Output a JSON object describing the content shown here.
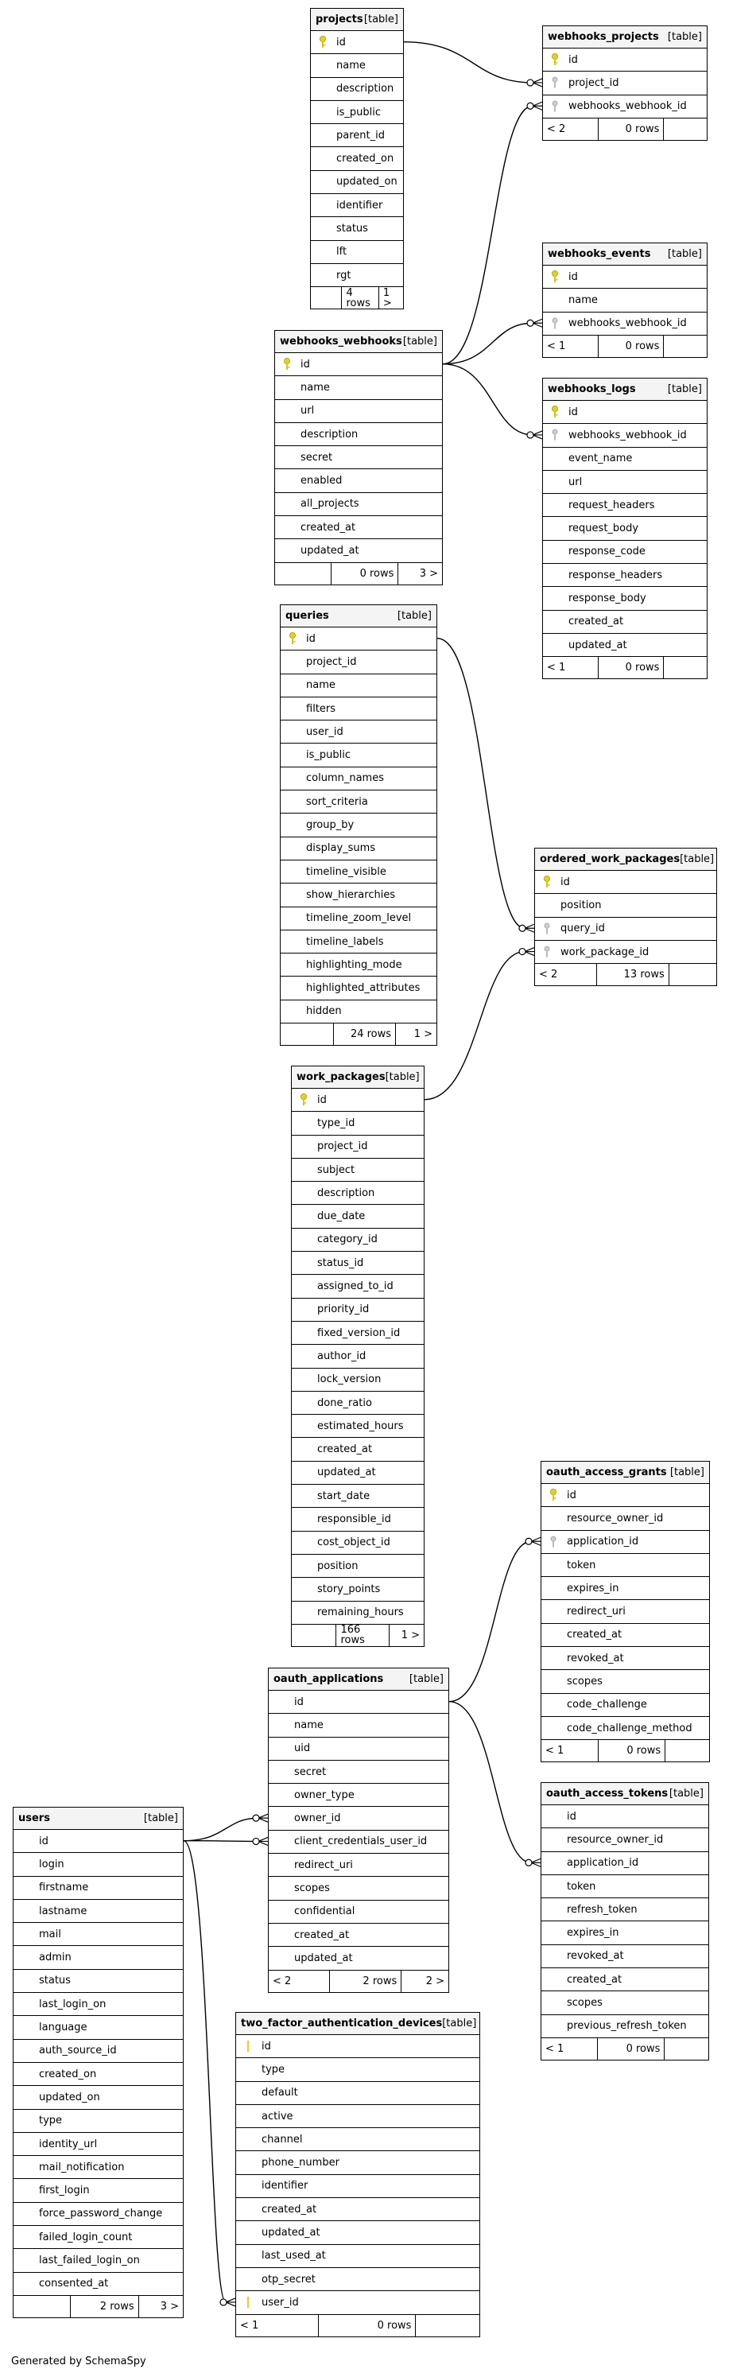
{
  "footer": {
    "credit": "Generated by SchemaSpy"
  },
  "tables": {
    "projects": {
      "name": "projects",
      "type": "[table]",
      "columns": [
        {
          "name": "id",
          "key": "pk"
        },
        {
          "name": "name"
        },
        {
          "name": "description"
        },
        {
          "name": "is_public"
        },
        {
          "name": "parent_id"
        },
        {
          "name": "created_on"
        },
        {
          "name": "updated_on"
        },
        {
          "name": "identifier"
        },
        {
          "name": "status"
        },
        {
          "name": "lft"
        },
        {
          "name": "rgt"
        }
      ],
      "footer": {
        "parents": "",
        "rows": "4 rows",
        "children": "1 >"
      }
    },
    "webhooks_projects": {
      "name": "webhooks_projects",
      "type": "[table]",
      "columns": [
        {
          "name": "id",
          "key": "pk"
        },
        {
          "name": "project_id",
          "key": "fk"
        },
        {
          "name": "webhooks_webhook_id",
          "key": "fk"
        }
      ],
      "footer": {
        "parents": "< 2",
        "rows": "0 rows",
        "children": ""
      }
    },
    "webhooks_events": {
      "name": "webhooks_events",
      "type": "[table]",
      "columns": [
        {
          "name": "id",
          "key": "pk"
        },
        {
          "name": "name"
        },
        {
          "name": "webhooks_webhook_id",
          "key": "fk"
        }
      ],
      "footer": {
        "parents": "< 1",
        "rows": "0 rows",
        "children": ""
      }
    },
    "webhooks_webhooks": {
      "name": "webhooks_webhooks",
      "type": "[table]",
      "columns": [
        {
          "name": "id",
          "key": "pk"
        },
        {
          "name": "name"
        },
        {
          "name": "url"
        },
        {
          "name": "description"
        },
        {
          "name": "secret"
        },
        {
          "name": "enabled"
        },
        {
          "name": "all_projects"
        },
        {
          "name": "created_at"
        },
        {
          "name": "updated_at"
        }
      ],
      "footer": {
        "parents": "",
        "rows": "0 rows",
        "children": "3 >"
      }
    },
    "webhooks_logs": {
      "name": "webhooks_logs",
      "type": "[table]",
      "columns": [
        {
          "name": "id",
          "key": "pk"
        },
        {
          "name": "webhooks_webhook_id",
          "key": "fk"
        },
        {
          "name": "event_name"
        },
        {
          "name": "url"
        },
        {
          "name": "request_headers"
        },
        {
          "name": "request_body"
        },
        {
          "name": "response_code"
        },
        {
          "name": "response_headers"
        },
        {
          "name": "response_body"
        },
        {
          "name": "created_at"
        },
        {
          "name": "updated_at"
        }
      ],
      "footer": {
        "parents": "< 1",
        "rows": "0 rows",
        "children": ""
      }
    },
    "queries": {
      "name": "queries",
      "type": "[table]",
      "columns": [
        {
          "name": "id",
          "key": "pk"
        },
        {
          "name": "project_id"
        },
        {
          "name": "name"
        },
        {
          "name": "filters"
        },
        {
          "name": "user_id"
        },
        {
          "name": "is_public"
        },
        {
          "name": "column_names"
        },
        {
          "name": "sort_criteria"
        },
        {
          "name": "group_by"
        },
        {
          "name": "display_sums"
        },
        {
          "name": "timeline_visible"
        },
        {
          "name": "show_hierarchies"
        },
        {
          "name": "timeline_zoom_level"
        },
        {
          "name": "timeline_labels"
        },
        {
          "name": "highlighting_mode"
        },
        {
          "name": "highlighted_attributes"
        },
        {
          "name": "hidden"
        }
      ],
      "footer": {
        "parents": "",
        "rows": "24 rows",
        "children": "1 >"
      }
    },
    "ordered_work_packages": {
      "name": "ordered_work_packages",
      "type": "[table]",
      "columns": [
        {
          "name": "id",
          "key": "pk"
        },
        {
          "name": "position"
        },
        {
          "name": "query_id",
          "key": "fk"
        },
        {
          "name": "work_package_id",
          "key": "fk"
        }
      ],
      "footer": {
        "parents": "< 2",
        "rows": "13 rows",
        "children": ""
      }
    },
    "work_packages": {
      "name": "work_packages",
      "type": "[table]",
      "columns": [
        {
          "name": "id",
          "key": "pk"
        },
        {
          "name": "type_id"
        },
        {
          "name": "project_id"
        },
        {
          "name": "subject"
        },
        {
          "name": "description"
        },
        {
          "name": "due_date"
        },
        {
          "name": "category_id"
        },
        {
          "name": "status_id"
        },
        {
          "name": "assigned_to_id"
        },
        {
          "name": "priority_id"
        },
        {
          "name": "fixed_version_id"
        },
        {
          "name": "author_id"
        },
        {
          "name": "lock_version"
        },
        {
          "name": "done_ratio"
        },
        {
          "name": "estimated_hours"
        },
        {
          "name": "created_at"
        },
        {
          "name": "updated_at"
        },
        {
          "name": "start_date"
        },
        {
          "name": "responsible_id"
        },
        {
          "name": "cost_object_id"
        },
        {
          "name": "position"
        },
        {
          "name": "story_points"
        },
        {
          "name": "remaining_hours"
        }
      ],
      "footer": {
        "parents": "",
        "rows": "166 rows",
        "children": "1 >"
      }
    },
    "oauth_access_grants": {
      "name": "oauth_access_grants",
      "type": "[table]",
      "columns": [
        {
          "name": "id",
          "key": "pk"
        },
        {
          "name": "resource_owner_id"
        },
        {
          "name": "application_id",
          "key": "fk"
        },
        {
          "name": "token"
        },
        {
          "name": "expires_in"
        },
        {
          "name": "redirect_uri"
        },
        {
          "name": "created_at"
        },
        {
          "name": "revoked_at"
        },
        {
          "name": "scopes"
        },
        {
          "name": "code_challenge"
        },
        {
          "name": "code_challenge_method"
        }
      ],
      "footer": {
        "parents": "< 1",
        "rows": "0 rows",
        "children": ""
      }
    },
    "oauth_applications": {
      "name": "oauth_applications",
      "type": "[table]",
      "columns": [
        {
          "name": "id"
        },
        {
          "name": "name"
        },
        {
          "name": "uid"
        },
        {
          "name": "secret"
        },
        {
          "name": "owner_type"
        },
        {
          "name": "owner_id"
        },
        {
          "name": "client_credentials_user_id"
        },
        {
          "name": "redirect_uri"
        },
        {
          "name": "scopes"
        },
        {
          "name": "confidential"
        },
        {
          "name": "created_at"
        },
        {
          "name": "updated_at"
        }
      ],
      "footer": {
        "parents": "< 2",
        "rows": "2 rows",
        "children": "2 >"
      }
    },
    "oauth_access_tokens": {
      "name": "oauth_access_tokens",
      "type": "[table]",
      "columns": [
        {
          "name": "id"
        },
        {
          "name": "resource_owner_id"
        },
        {
          "name": "application_id"
        },
        {
          "name": "token"
        },
        {
          "name": "refresh_token"
        },
        {
          "name": "expires_in"
        },
        {
          "name": "revoked_at"
        },
        {
          "name": "created_at"
        },
        {
          "name": "scopes"
        },
        {
          "name": "previous_refresh_token"
        }
      ],
      "footer": {
        "parents": "< 1",
        "rows": "0 rows",
        "children": ""
      }
    },
    "users": {
      "name": "users",
      "type": "[table]",
      "columns": [
        {
          "name": "id"
        },
        {
          "name": "login"
        },
        {
          "name": "firstname"
        },
        {
          "name": "lastname"
        },
        {
          "name": "mail"
        },
        {
          "name": "admin"
        },
        {
          "name": "status"
        },
        {
          "name": "last_login_on"
        },
        {
          "name": "language"
        },
        {
          "name": "auth_source_id"
        },
        {
          "name": "created_on"
        },
        {
          "name": "updated_on"
        },
        {
          "name": "type"
        },
        {
          "name": "identity_url"
        },
        {
          "name": "mail_notification"
        },
        {
          "name": "first_login"
        },
        {
          "name": "force_password_change"
        },
        {
          "name": "failed_login_count"
        },
        {
          "name": "last_failed_login_on"
        },
        {
          "name": "consented_at"
        }
      ],
      "footer": {
        "parents": "",
        "rows": "2 rows",
        "children": "3 >"
      }
    },
    "two_factor_authentication_devices": {
      "name": "two_factor_authentication_devices",
      "type": "[table]",
      "columns": [
        {
          "name": "id",
          "key": "fk"
        },
        {
          "name": "type"
        },
        {
          "name": "default"
        },
        {
          "name": "active"
        },
        {
          "name": "channel"
        },
        {
          "name": "phone_number"
        },
        {
          "name": "identifier"
        },
        {
          "name": "created_at"
        },
        {
          "name": "updated_at"
        },
        {
          "name": "last_used_at"
        },
        {
          "name": "otp_secret"
        },
        {
          "name": "user_id",
          "key": "fk"
        }
      ],
      "footer": {
        "parents": "< 1",
        "rows": "0 rows",
        "children": ""
      }
    }
  },
  "relationships": [
    {
      "from": "projects.id",
      "to": "webhooks_projects.project_id"
    },
    {
      "from": "webhooks_webhooks.id",
      "to": "webhooks_projects.webhooks_webhook_id"
    },
    {
      "from": "webhooks_webhooks.id",
      "to": "webhooks_events.webhooks_webhook_id"
    },
    {
      "from": "webhooks_webhooks.id",
      "to": "webhooks_logs.webhooks_webhook_id"
    },
    {
      "from": "queries.id",
      "to": "ordered_work_packages.query_id"
    },
    {
      "from": "work_packages.id",
      "to": "ordered_work_packages.work_package_id"
    },
    {
      "from": "oauth_applications.id",
      "to": "oauth_access_grants.application_id"
    },
    {
      "from": "oauth_applications.id",
      "to": "oauth_access_tokens.application_id"
    },
    {
      "from": "users.id",
      "to": "oauth_applications.owner_id"
    },
    {
      "from": "users.id",
      "to": "oauth_applications.client_credentials_user_id"
    },
    {
      "from": "users.id",
      "to": "two_factor_authentication_devices.user_id"
    }
  ]
}
